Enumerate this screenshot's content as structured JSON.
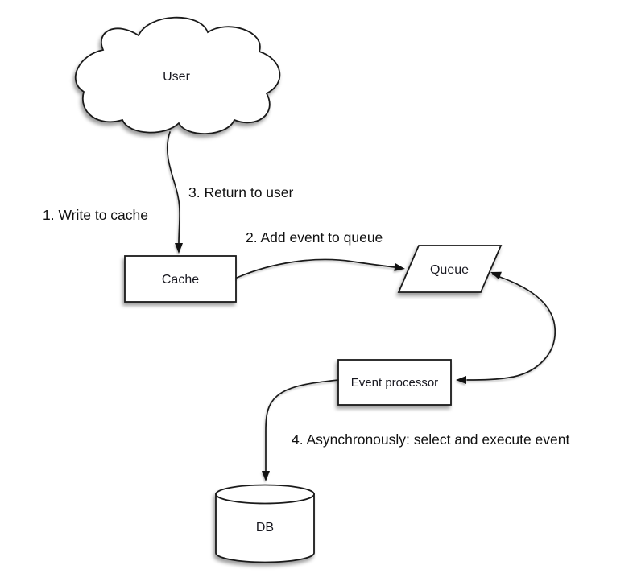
{
  "diagram": {
    "background": "#ffffff",
    "shape_fill": "#ffffff",
    "stroke_color": "#1a1a1a",
    "text_color": "#17171f",
    "nodes": [
      {
        "id": "user",
        "shape": "cloud",
        "label": "User"
      },
      {
        "id": "cache",
        "shape": "rectangle",
        "label": "Cache"
      },
      {
        "id": "queue",
        "shape": "parallelogram",
        "label": "Queue"
      },
      {
        "id": "event-processor",
        "shape": "rectangle",
        "label": "Event processor"
      },
      {
        "id": "db",
        "shape": "cylinder",
        "label": "DB"
      }
    ],
    "edges": [
      {
        "from": "user",
        "to": "cache",
        "arrow": "single",
        "label": "1. Write to cache",
        "label2": "3. Return to user"
      },
      {
        "from": "cache",
        "to": "queue",
        "arrow": "single",
        "label": "2. Add event to queue"
      },
      {
        "from": "queue",
        "to": "event-processor",
        "arrow": "double",
        "label": ""
      },
      {
        "from": "event-processor",
        "to": "db",
        "arrow": "single",
        "label": "4. Asynchronously: select and execute event"
      }
    ]
  }
}
